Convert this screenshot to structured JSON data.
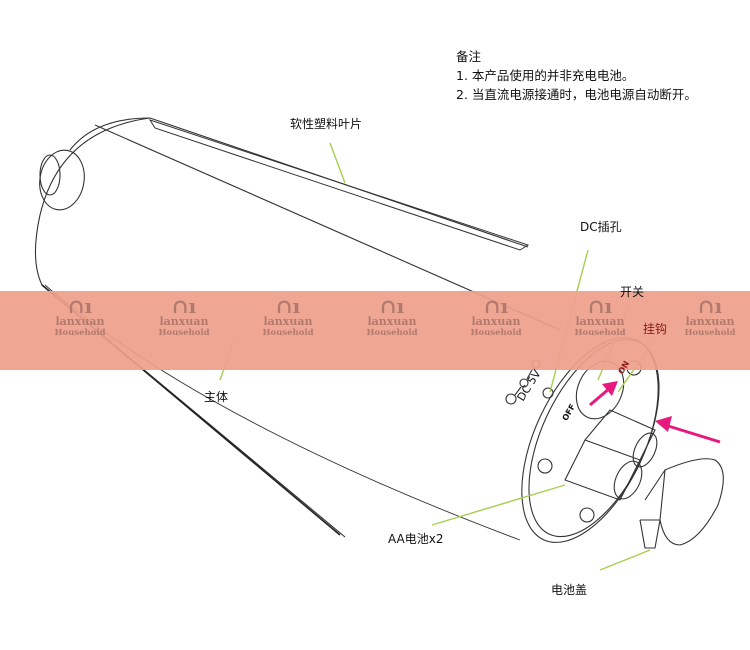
{
  "notes": {
    "title": "备注",
    "items": [
      "1. 本产品使用的并非充电电池。",
      "2. 当直流电源接通时，电池电源自动断开。"
    ]
  },
  "labels": {
    "blade": "软性塑料叶片",
    "dc_jack": "DC插孔",
    "switch": "开关",
    "hook": "挂钩",
    "body": "主体",
    "battery": "AA电池x2",
    "battery_cover": "电池盖",
    "dc_marking": "DC 5V",
    "off": "OFF",
    "on": "ON"
  },
  "watermark": {
    "brand": "lanxuan",
    "sub": "Household"
  },
  "colors": {
    "band": "#eea08c",
    "leader": "#a6cf4e",
    "arrow": "#e8197c",
    "hook_label": "#8b1a1a"
  }
}
